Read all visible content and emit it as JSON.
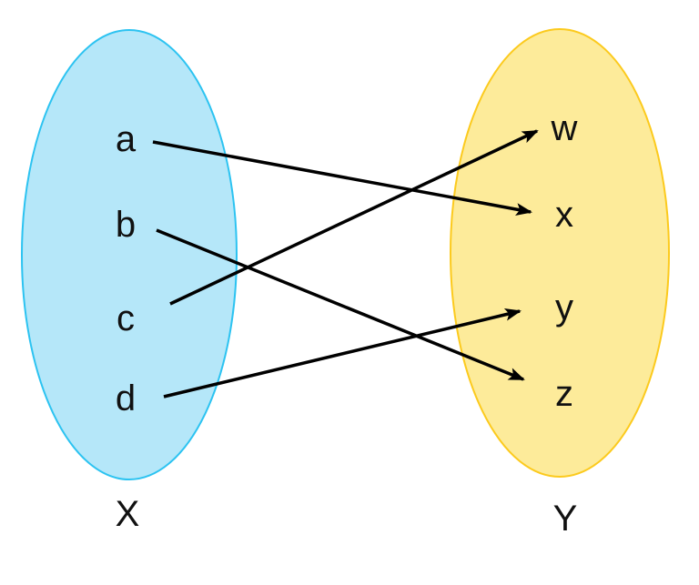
{
  "diagram": {
    "background": "#ffffff",
    "arrow_color": "#000000",
    "text_color": "#111111",
    "domain_set": {
      "name": "X",
      "fill": "#b5e7f9",
      "stroke": "#2cc3f1",
      "elements": [
        "a",
        "b",
        "c",
        "d"
      ]
    },
    "codomain_set": {
      "name": "Y",
      "fill": "#fdeb9a",
      "stroke": "#fcca1d",
      "elements": [
        "w",
        "x",
        "y",
        "z"
      ]
    },
    "mappings": [
      {
        "from": "a",
        "to": "x"
      },
      {
        "from": "b",
        "to": "z"
      },
      {
        "from": "c",
        "to": "w"
      },
      {
        "from": "d",
        "to": "y"
      }
    ]
  }
}
